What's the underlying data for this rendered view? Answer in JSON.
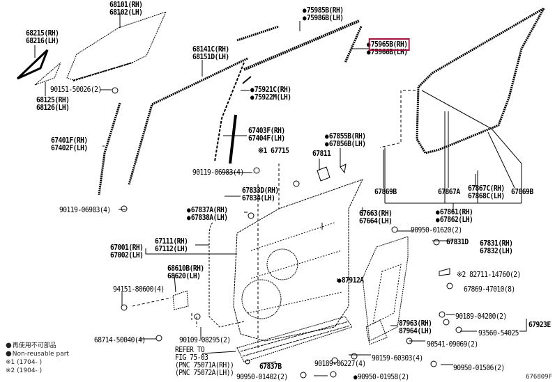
{
  "labels": {
    "p68101": [
      "68101(RH)",
      "68102(LH)"
    ],
    "p68215": [
      "68215(RH)",
      "68216(LH)"
    ],
    "p90151": "90151-50026(2)",
    "p68125": [
      "68125(RH)",
      "68126(LH)"
    ],
    "p67401": [
      "67401F(RH)",
      "67402F(LH)"
    ],
    "p68141": [
      "68141C(RH)",
      "68151D(LH)"
    ],
    "p90119": "90119-06983(4)",
    "p90119b": "90119-06983(4)",
    "p75985": [
      "75985B(RH)",
      "75986B(LH)"
    ],
    "p75965": [
      "75965B(RH)",
      "75966B(LH)"
    ],
    "p75921": [
      "75921C(RH)",
      "75922M(LH)"
    ],
    "p67403": [
      "67403F(RH)",
      "67404F(LH)"
    ],
    "p67715": "※1 67715",
    "p67855": [
      "67855B(RH)",
      "67856B(LH)"
    ],
    "p67811": "67811",
    "p67833": [
      "67833D(RH)",
      "67834(LH)"
    ],
    "p67837": [
      "67837A(RH)",
      "67838A(LH)"
    ],
    "p67869a": "67869B",
    "p67867a": "67867A",
    "p67867c": [
      "67867C(RH)",
      "67868C(LH)"
    ],
    "p67869b": "67869B",
    "p67861": [
      "67861(RH)",
      "67862(LH)"
    ],
    "p67663": [
      "67663(RH)",
      "67664(LH)"
    ],
    "p90950a": "90950-01620(2)",
    "p67831d": "67831D",
    "p67831": [
      "67831(RH)",
      "67832(LH)"
    ],
    "p67111": [
      "67111(RH)",
      "67112(LH)"
    ],
    "p67001": [
      "67001(RH)",
      "67002(LH)"
    ],
    "p68610": [
      "68610B(RH)",
      "68620(LH)"
    ],
    "p94151": "94151-80600(4)",
    "p82711": "※2 82711-14760(2)",
    "p67869c": "67869-47010(8)",
    "p87912": "87912A",
    "p90189a": "90189-04200(2)",
    "p87963": [
      "87963(RH)",
      "87964(LH)"
    ],
    "p67923": "67923E",
    "p93560": "93560-54025",
    "p90541": "90541-09069(2)",
    "p90109": "90109-08295(2)",
    "p68714": "68714-50040(4)",
    "refer": [
      "REFER TO",
      "FIG 75-03",
      "(PNC 75071A(RH))",
      "(PNC 75072A(LH))"
    ],
    "p67837b": "67837B",
    "p90159": "90159-60303(4)",
    "p90189b": "90189-06227(4)",
    "p90950b": "90950-01402(2)",
    "p90950c": "90950-01958(2)",
    "p90950d": "90950-01506(2)"
  },
  "legend": {
    "jp": "再使用不可部品",
    "en": "Non-reusable part",
    "note1": "※1 (1704-    )",
    "note2": "※2 (1904-    )"
  },
  "figure_code": "676809F",
  "colors": {
    "highlight": "#a3123a",
    "ink": "#000000"
  }
}
